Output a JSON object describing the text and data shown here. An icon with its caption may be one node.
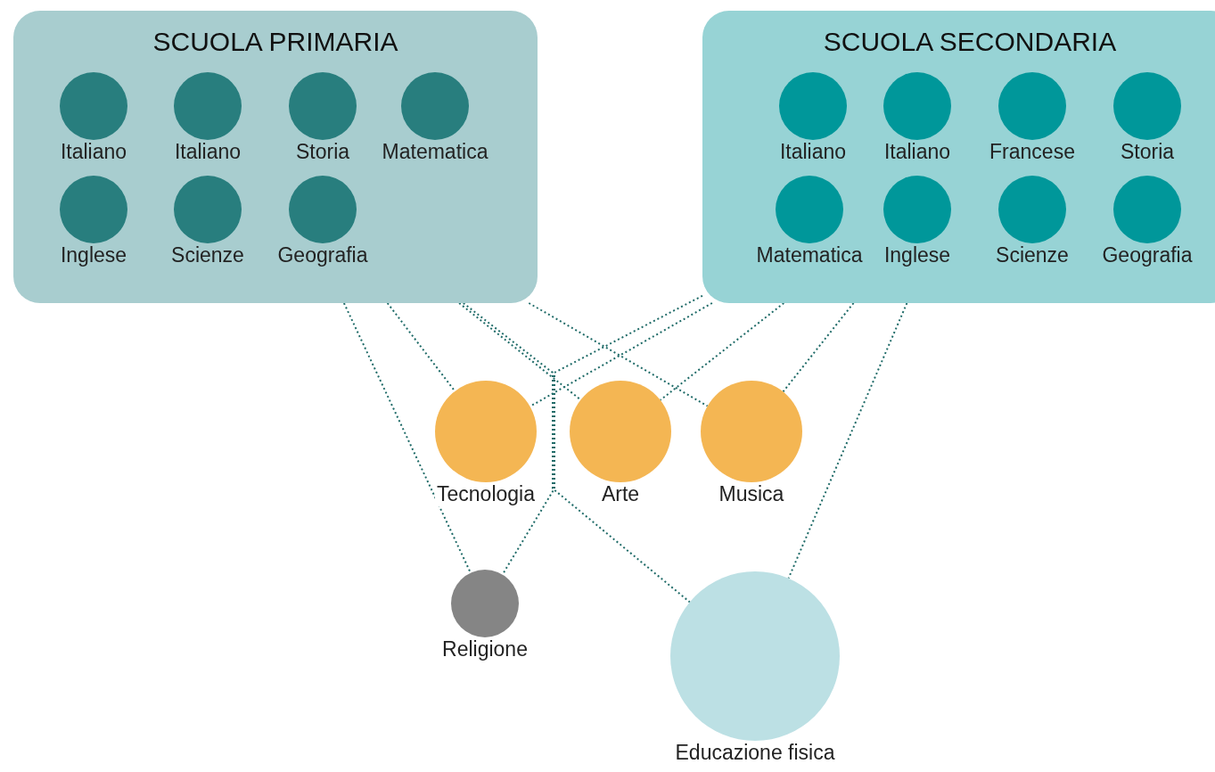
{
  "diagram": {
    "nodes": [
      {
        "text": [
          "SCUOLA PRIMARIA"
        ]
      },
      {
        "text": [
          "Italiano"
        ],
        "in": 0
      },
      {
        "text": [
          "Italiano"
        ],
        "in": 0
      },
      {
        "text": [
          "Storia"
        ],
        "in": 0
      },
      {
        "text": [
          "Matematica"
        ],
        "in": 0
      },
      {
        "text": [
          "Inglese"
        ],
        "in": 0
      },
      {
        "text": [
          "Scienze"
        ],
        "in": 0
      },
      {
        "text": [
          "Geografia"
        ],
        "in": 0
      },
      {
        "text": [
          "SCUOLA SECONDARIA"
        ]
      },
      {
        "text": [
          "Italiano"
        ],
        "in": 8
      },
      {
        "text": [
          "Italiano"
        ],
        "in": 8
      },
      {
        "text": [
          "Francese"
        ],
        "in": 8
      },
      {
        "text": [
          "Storia"
        ],
        "in": 8
      },
      {
        "text": [
          "Matematica"
        ],
        "in": 8
      },
      {
        "text": [
          "Inglese"
        ],
        "in": 8
      },
      {
        "text": [
          "Scienze"
        ],
        "in": 8
      },
      {
        "text": [
          "Geografia"
        ],
        "in": 8
      },
      {
        "text": [
          "Tecnologia"
        ]
      },
      {
        "text": [
          "Arte"
        ]
      },
      {
        "text": [
          "Musica"
        ]
      },
      {
        "text": [
          "Religione"
        ]
      },
      {
        "text": [
          "Educazione fisica"
        ]
      }
    ],
    "edges": [
      {
        "from": 0,
        "to": 17,
        "arrow": "none",
        "style": "dashed"
      },
      {
        "from": 0,
        "to": 18,
        "arrow": "none",
        "style": "dashed"
      },
      {
        "from": 0,
        "to": 19,
        "arrow": "none",
        "style": "dashed"
      },
      {
        "from": 0,
        "to": 20,
        "arrow": "none",
        "style": "dashed"
      },
      {
        "from": 0,
        "to": 21,
        "arrow": "none",
        "style": "dashed"
      },
      {
        "from": 8,
        "to": 17,
        "arrow": "none",
        "style": "dashed"
      },
      {
        "from": 8,
        "to": 18,
        "arrow": "none",
        "style": "dashed"
      },
      {
        "from": 8,
        "to": 19,
        "arrow": "none",
        "style": "dashed"
      },
      {
        "from": 8,
        "to": 20,
        "arrow": "none",
        "style": "dashed"
      },
      {
        "from": 8,
        "to": 21,
        "arrow": "none",
        "style": "dashed"
      }
    ]
  }
}
